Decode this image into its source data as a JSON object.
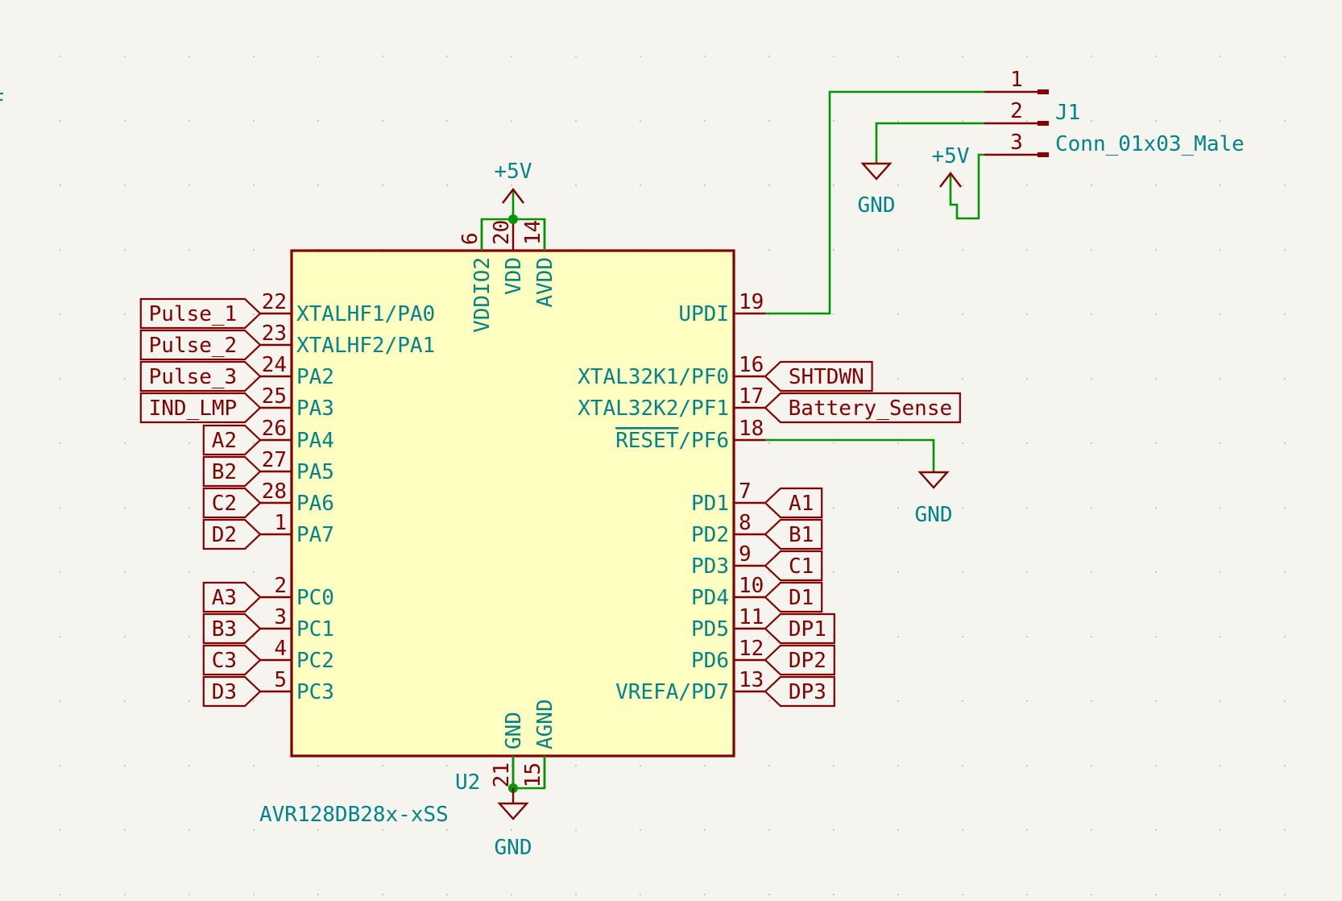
{
  "colors": {
    "background": "#f5f4ef",
    "grid_dot": "#c8c6bc",
    "wire": "#009600",
    "symbol_outline": "#840000",
    "symbol_fill": "#ffffc2",
    "pin_text": "#00848a",
    "number_text": "#840000",
    "junction": "#009600"
  },
  "u2": {
    "reference": "U2",
    "value": "AVR128DB28x-xSS",
    "top_pins": [
      {
        "num": "6",
        "name": "VDDIO2"
      },
      {
        "num": "20",
        "name": "VDD"
      },
      {
        "num": "14",
        "name": "AVDD"
      }
    ],
    "bottom_pins": [
      {
        "num": "21",
        "name": "GND"
      },
      {
        "num": "15",
        "name": "AGND"
      }
    ],
    "left_pins": [
      {
        "num": "22",
        "name": "XTALHF1/PA0",
        "label": "Pulse_1"
      },
      {
        "num": "23",
        "name": "XTALHF2/PA1",
        "label": "Pulse_2"
      },
      {
        "num": "24",
        "name": "PA2",
        "label": "Pulse_3"
      },
      {
        "num": "25",
        "name": "PA3",
        "label": "IND_LMP"
      },
      {
        "num": "26",
        "name": "PA4",
        "label": "A2"
      },
      {
        "num": "27",
        "name": "PA5",
        "label": "B2"
      },
      {
        "num": "28",
        "name": "PA6",
        "label": "C2"
      },
      {
        "num": "1",
        "name": "PA7",
        "label": "D2"
      },
      {
        "num": "2",
        "name": "PC0",
        "label": "A3"
      },
      {
        "num": "3",
        "name": "PC1",
        "label": "B3"
      },
      {
        "num": "4",
        "name": "PC2",
        "label": "C3"
      },
      {
        "num": "5",
        "name": "PC3",
        "label": "D3"
      }
    ],
    "right_pins": [
      {
        "num": "19",
        "name": "UPDI",
        "label": ""
      },
      {
        "num": "16",
        "name": "XTAL32K1/PF0",
        "label": "SHTDWN"
      },
      {
        "num": "17",
        "name": "XTAL32K2/PF1",
        "label": "Battery_Sense"
      },
      {
        "num": "18",
        "name": "RESET/PF6",
        "name_overbar": "RESET",
        "name_rest": "/PF6",
        "label": ""
      },
      {
        "num": "7",
        "name": "PD1",
        "label": "A1"
      },
      {
        "num": "8",
        "name": "PD2",
        "label": "B1"
      },
      {
        "num": "9",
        "name": "PD3",
        "label": "C1"
      },
      {
        "num": "10",
        "name": "PD4",
        "label": "D1"
      },
      {
        "num": "11",
        "name": "PD5",
        "label": "DP1"
      },
      {
        "num": "12",
        "name": "PD6",
        "label": "DP2"
      },
      {
        "num": "13",
        "name": "VREFA/PD7",
        "label": "DP3"
      }
    ]
  },
  "j1": {
    "reference": "J1",
    "value": "Conn_01x03_Male",
    "pins": [
      "1",
      "2",
      "3"
    ]
  },
  "power": {
    "vcc_label": "+5V",
    "gnd_label": "GND"
  },
  "edge_fragment": "F"
}
